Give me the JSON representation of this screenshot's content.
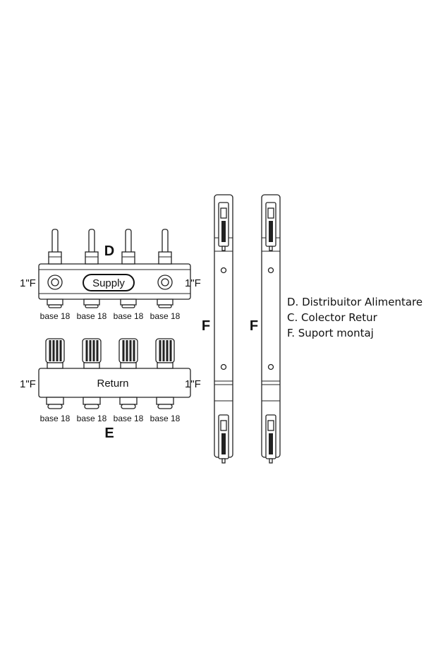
{
  "supply_manifold": {
    "letter": "D",
    "label": "Supply",
    "left_connection": "1\"F",
    "right_connection": "1\"F",
    "outlets": [
      "base 18",
      "base 18",
      "base 18",
      "base 18"
    ]
  },
  "return_manifold": {
    "letter": "E",
    "label": "Return",
    "left_connection": "1\"F",
    "right_connection": "1\"F",
    "outlets": [
      "base 18",
      "base 18",
      "base 18",
      "base 18"
    ]
  },
  "brackets": [
    {
      "letter": "F"
    },
    {
      "letter": "F"
    }
  ],
  "legend": [
    "D. Distribuitor Alimentare",
    "C. Colector Retur",
    "F. Suport montaj"
  ]
}
